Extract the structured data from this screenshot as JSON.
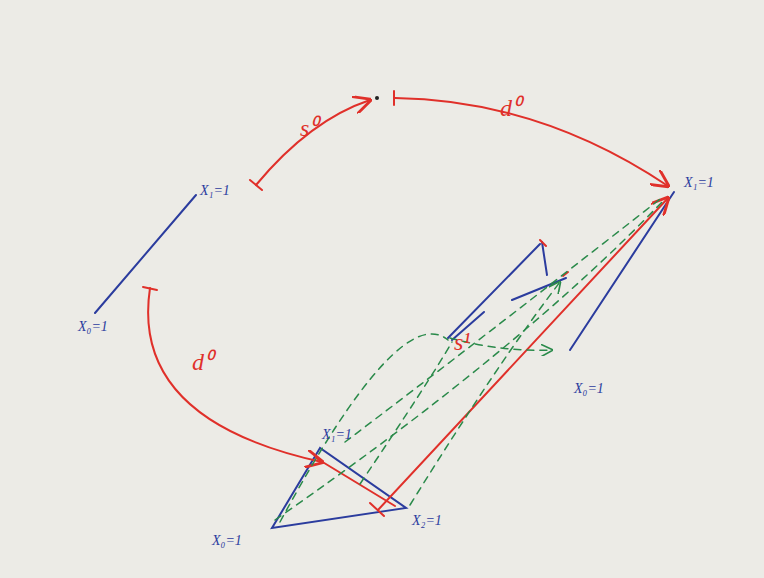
{
  "diagram": {
    "labels": [
      "X₁=1",
      "X₀=1",
      "s⁰",
      "d⁰",
      "X₁=1",
      "X₀=1",
      "d⁰",
      "s¹",
      "X₁=1",
      "X₀=1",
      "X₂=1"
    ]
  }
}
